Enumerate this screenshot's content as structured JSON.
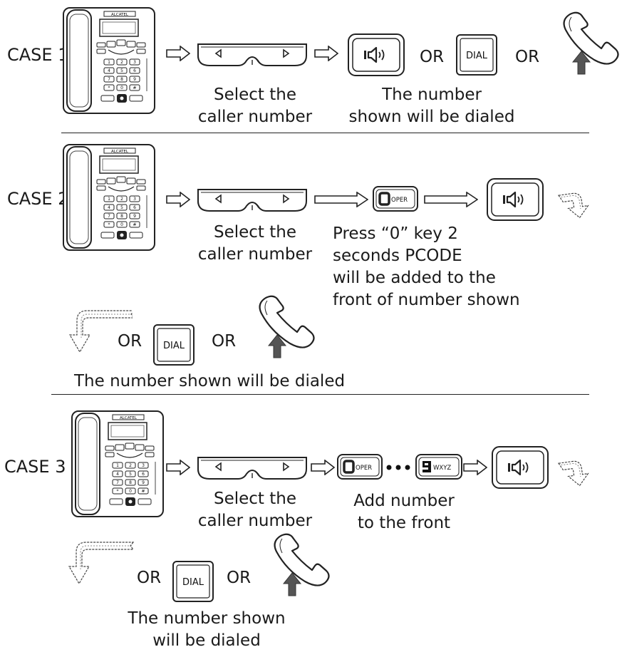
{
  "case1": {
    "label": "CASE 1",
    "step1": [
      "Select the",
      "caller number"
    ],
    "step2": [
      "The number",
      "shown will be dialed"
    ],
    "or": "OR",
    "dial_key": "DIAL"
  },
  "case2": {
    "label": "CASE 2",
    "step1": [
      "Select the",
      "caller number"
    ],
    "step2": [
      "Press “0” key 2",
      "seconds PCODE",
      "will be added to the",
      "front of number shown"
    ],
    "oper_key": "OPER",
    "zero_key": "0",
    "or": "OR",
    "dial_key": "DIAL",
    "result": "The number shown will be dialed"
  },
  "case3": {
    "label": "CASE 3",
    "step1": [
      "Select the",
      "caller number"
    ],
    "step2": [
      "Add number",
      "to the front"
    ],
    "oper_key": "OPER",
    "zero_key": "0",
    "nine_key": "9",
    "wxyz_key": "WXYZ",
    "or": "OR",
    "dial_key": "DIAL",
    "result": [
      "The number shown",
      "will be dialed"
    ]
  },
  "phone_brand": "ALCATEL"
}
